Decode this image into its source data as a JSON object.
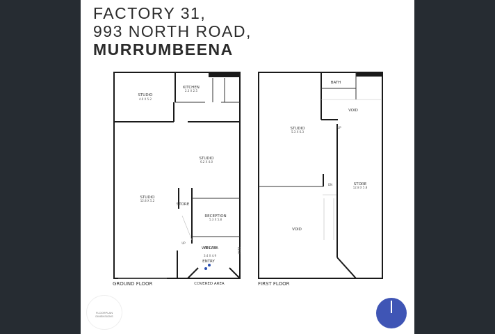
{
  "title": {
    "line1": "FACTORY 31,",
    "line2": "993 NORTH ROAD,",
    "line3": "MURRUMBEENA"
  },
  "ground_floor": {
    "label": "GROUND FLOOR",
    "rooms": [
      {
        "name": "STUDIO",
        "dims": "4.0 X 5.2"
      },
      {
        "name": "KITCHEN",
        "dims": "2.3 X 2.5"
      },
      {
        "name": "STUDIO",
        "dims": "6.2 X 4.0"
      },
      {
        "name": "STUDIO",
        "dims": "12.8 X 5.2"
      },
      {
        "name": "STORE",
        "dims": ""
      },
      {
        "name": "RECEPTION",
        "dims": "5.3 X 5.8"
      },
      {
        "name": "WAITING AREA",
        "dims": "3.4 X 4.9"
      }
    ],
    "entry": "ENTRY",
    "up": "UP",
    "desk": "DESK",
    "covered": "COVERED AREA"
  },
  "first_floor": {
    "label": "FIRST FLOOR",
    "rooms": [
      {
        "name": "BATH",
        "dims": ""
      },
      {
        "name": "VOID",
        "dims": ""
      },
      {
        "name": "STUDIO",
        "dims": "5.3 X 6.3"
      },
      {
        "name": "STORE",
        "dims": "12.8 X 5.8"
      },
      {
        "name": "VOID",
        "dims": ""
      }
    ],
    "up": "UP",
    "dn": "DN"
  },
  "logo": {
    "text": "FLOORPLAN DIMENSIONS"
  },
  "colors": {
    "sidebar": "#262c32",
    "badge": "#3f55b5",
    "entry_marker": "#2a4fb0"
  }
}
